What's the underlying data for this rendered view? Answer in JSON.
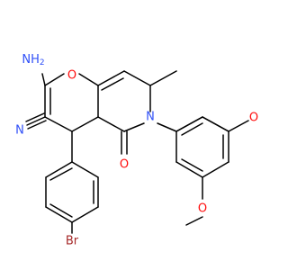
{
  "colors": {
    "bond": "#000000",
    "nitrogen": "#3050F8",
    "oxygen": "#FF0D0D",
    "bromine": "#A62929"
  },
  "labels": {
    "amino": "NH",
    "amino_sub": "2",
    "nitrile_n": "N",
    "ring_n": "N",
    "pyran_o": "O",
    "carbonyl_o": "O",
    "methoxy_o1": "O",
    "methoxy_o2": "O",
    "bromo": "Br"
  }
}
